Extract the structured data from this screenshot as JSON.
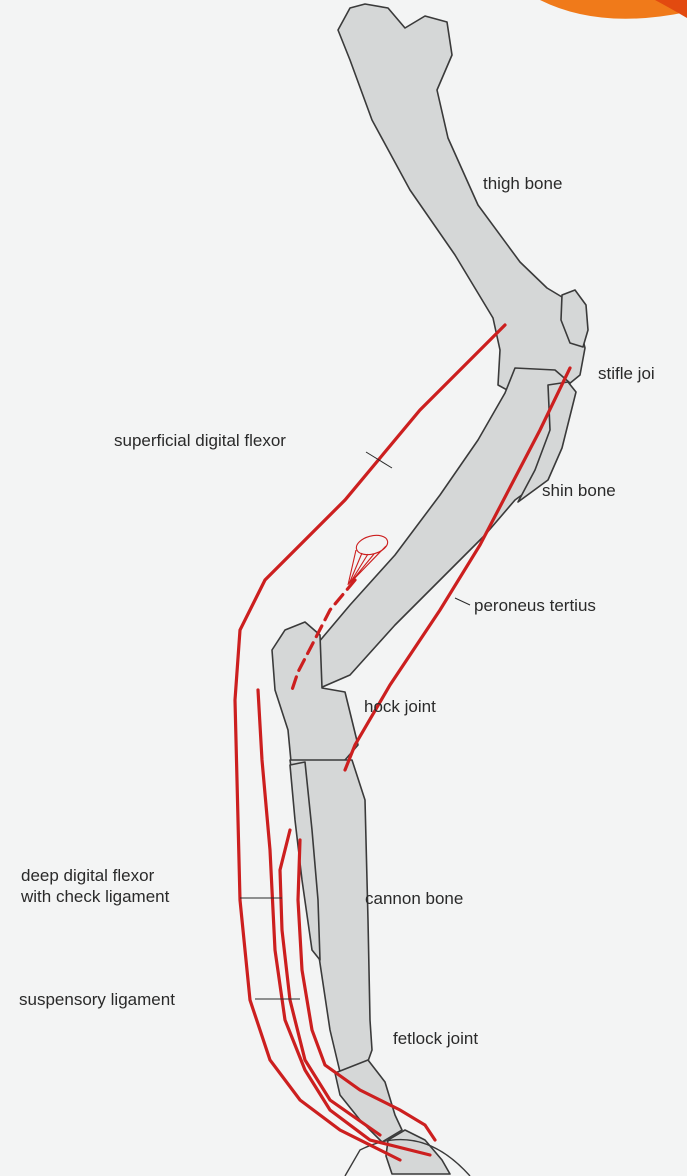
{
  "labels": {
    "thigh_bone": "thigh bone",
    "stifle_joint": "stifle joi",
    "superficial_digital_flexor": "superficial digital flexor",
    "shin_bone": "shin bone",
    "peroneus_tertius": "peroneus tertius",
    "hock_joint": "hock joint",
    "deep_digital_flexor_line1": "deep digital flexor",
    "deep_digital_flexor_line2": "with check ligament",
    "cannon_bone": "cannon bone",
    "suspensory_ligament": "suspensory ligament",
    "fetlock_joint": "fetlock joint"
  },
  "colors": {
    "background": "#f3f4f4",
    "bone_fill": "#d5d7d7",
    "bone_outline": "#3a3a3a",
    "tendon": "#cc1f1f",
    "label_text": "#2a2a2a",
    "corner_accent": "#f07a1a"
  }
}
